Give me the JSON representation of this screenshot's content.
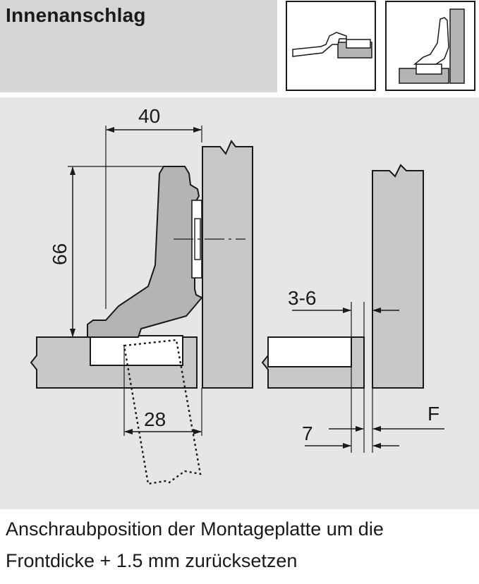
{
  "header": {
    "title": "Innenanschlag"
  },
  "dimensions": {
    "width_top": "40",
    "height_left": "66",
    "bottom_width": "28",
    "gap_range": "3-6",
    "offset": "7",
    "force_label": "F"
  },
  "caption": {
    "line1": "Anschraubposition der Montageplatte um die",
    "line2": "Frontdicke + 1.5 mm zurücksetzen"
  },
  "colors": {
    "panel_fill": "#c8c8c8",
    "background": "#e6e6e6",
    "header_bg": "#d6d6d6",
    "hinge_fill": "#b4b4b4",
    "line": "#1a1a1a"
  }
}
